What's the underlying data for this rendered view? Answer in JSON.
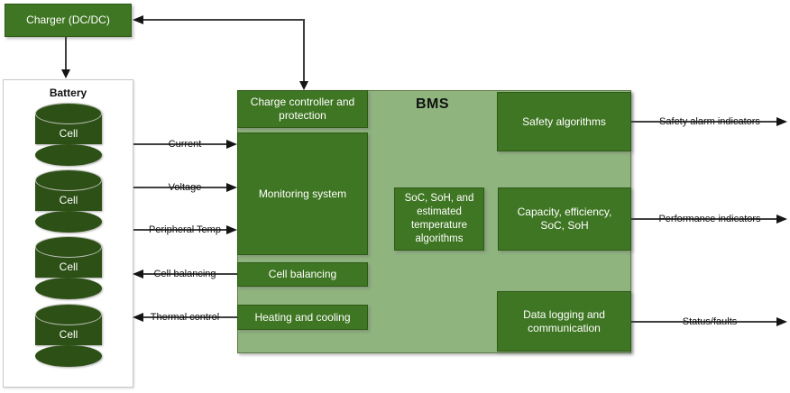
{
  "charger": {
    "label": "Charger (DC/DC)"
  },
  "battery": {
    "title": "Battery",
    "cells": [
      {
        "label": "Cell"
      },
      {
        "label": "Cell"
      },
      {
        "label": "Cell"
      },
      {
        "label": "Cell"
      }
    ]
  },
  "bms": {
    "title": "BMS",
    "charge_controller": "Charge controller and protection",
    "monitoring": "Monitoring system",
    "cell_balancing": "Cell balancing",
    "heating_cooling": "Heating and cooling",
    "estimation": "SoC, SoH, and estimated temperature algorithms",
    "capacity": "Capacity, efficiency, SoC, SoH",
    "safety": "Safety algorithms",
    "logging": "Data logging and communication"
  },
  "arrow_labels": {
    "current": "Current",
    "voltage": "Voltage",
    "peripheral_temp": "Peripheral Temp",
    "cell_balancing": "Cell balancing",
    "thermal_control": "Thermal control",
    "safety_alarm": "Safety alarm indicators",
    "performance": "Performance indicators",
    "status_faults": "Status/faults"
  },
  "colors": {
    "block_green": "#3F7623",
    "cell_green": "#2D5016",
    "bms_background": "#8FB47E",
    "line": "#3F3F3F"
  }
}
